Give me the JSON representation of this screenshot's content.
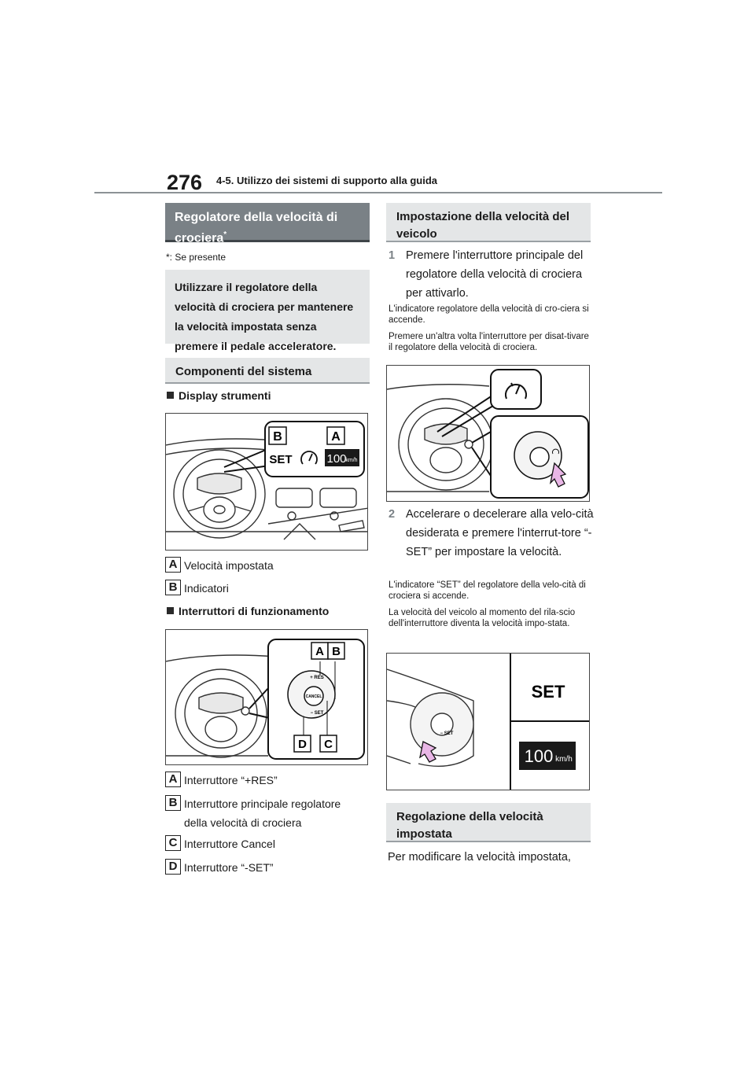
{
  "header": {
    "page_number": "276",
    "chapter": "4-5. Utilizzo dei sistemi di supporto alla guida"
  },
  "left": {
    "title": "Regolatore della velocità di crociera",
    "title_mark": "*",
    "footnote": "*: Se presente",
    "intro": "Utilizzare il regolatore della velocità di crociera per mantenere la velocità impostata senza premere il pedale acceleratore.",
    "components_title": "Componenti del sistema",
    "display_heading": "Display strumenti",
    "display_illus": {
      "label_a": "A",
      "label_b": "B",
      "set_text": "SET",
      "speed": "100",
      "unit": "km/h"
    },
    "display_legend": [
      {
        "badge": "A",
        "text": "Velocità impostata"
      },
      {
        "badge": "B",
        "text": "Indicatori"
      }
    ],
    "switches_heading": "Interruttori di funzionamento",
    "switch_illus": {
      "label_a": "A",
      "label_b": "B",
      "label_c": "C",
      "label_d": "D",
      "res": "+ RES",
      "cancel": "CANCEL",
      "set": "− SET"
    },
    "switch_legend": [
      {
        "badge": "A",
        "text": "Interruttore “+RES”"
      },
      {
        "badge": "B",
        "text": "Interruttore principale regolatore della velocità di crociera"
      },
      {
        "badge": "C",
        "text": "Interruttore Cancel"
      },
      {
        "badge": "D",
        "text": "Interruttore “-SET”"
      }
    ]
  },
  "right": {
    "title": "Impostazione della velocità del veicolo",
    "step1": {
      "num": "1",
      "text": "Premere l'interruttore principale del regolatore della velocità di crociera per attivarlo."
    },
    "note1a": "L'indicatore regolatore della velocità di cro-ciera si accende.",
    "note1b": "Premere un'altra volta l'interruttore per disat-tivare il regolatore della velocità di crociera.",
    "step2": {
      "num": "2",
      "text": "Accelerare o decelerare alla velo-cità desiderata e premere l'interrut-tore “-SET” per impostare la velocità."
    },
    "note2a": "L'indicatore “SET” del regolatore della velo-cità di crociera si accende.",
    "note2b": "La velocità del veicolo al momento del rila-scio dell'interruttore diventa la velocità impo-stata.",
    "set_illus": {
      "set_text": "SET",
      "speed": "100",
      "unit": "km/h",
      "set_small": "− SET"
    },
    "adjust_title": "Regolazione della velocità impostata",
    "adjust_text": "Per modificare la velocità impostata,"
  },
  "colors": {
    "dark_box": "#7a8186",
    "light_box": "#e4e6e7",
    "arrow_pink": "#e9b6e6",
    "speed_panel": "#1a1a1a"
  }
}
